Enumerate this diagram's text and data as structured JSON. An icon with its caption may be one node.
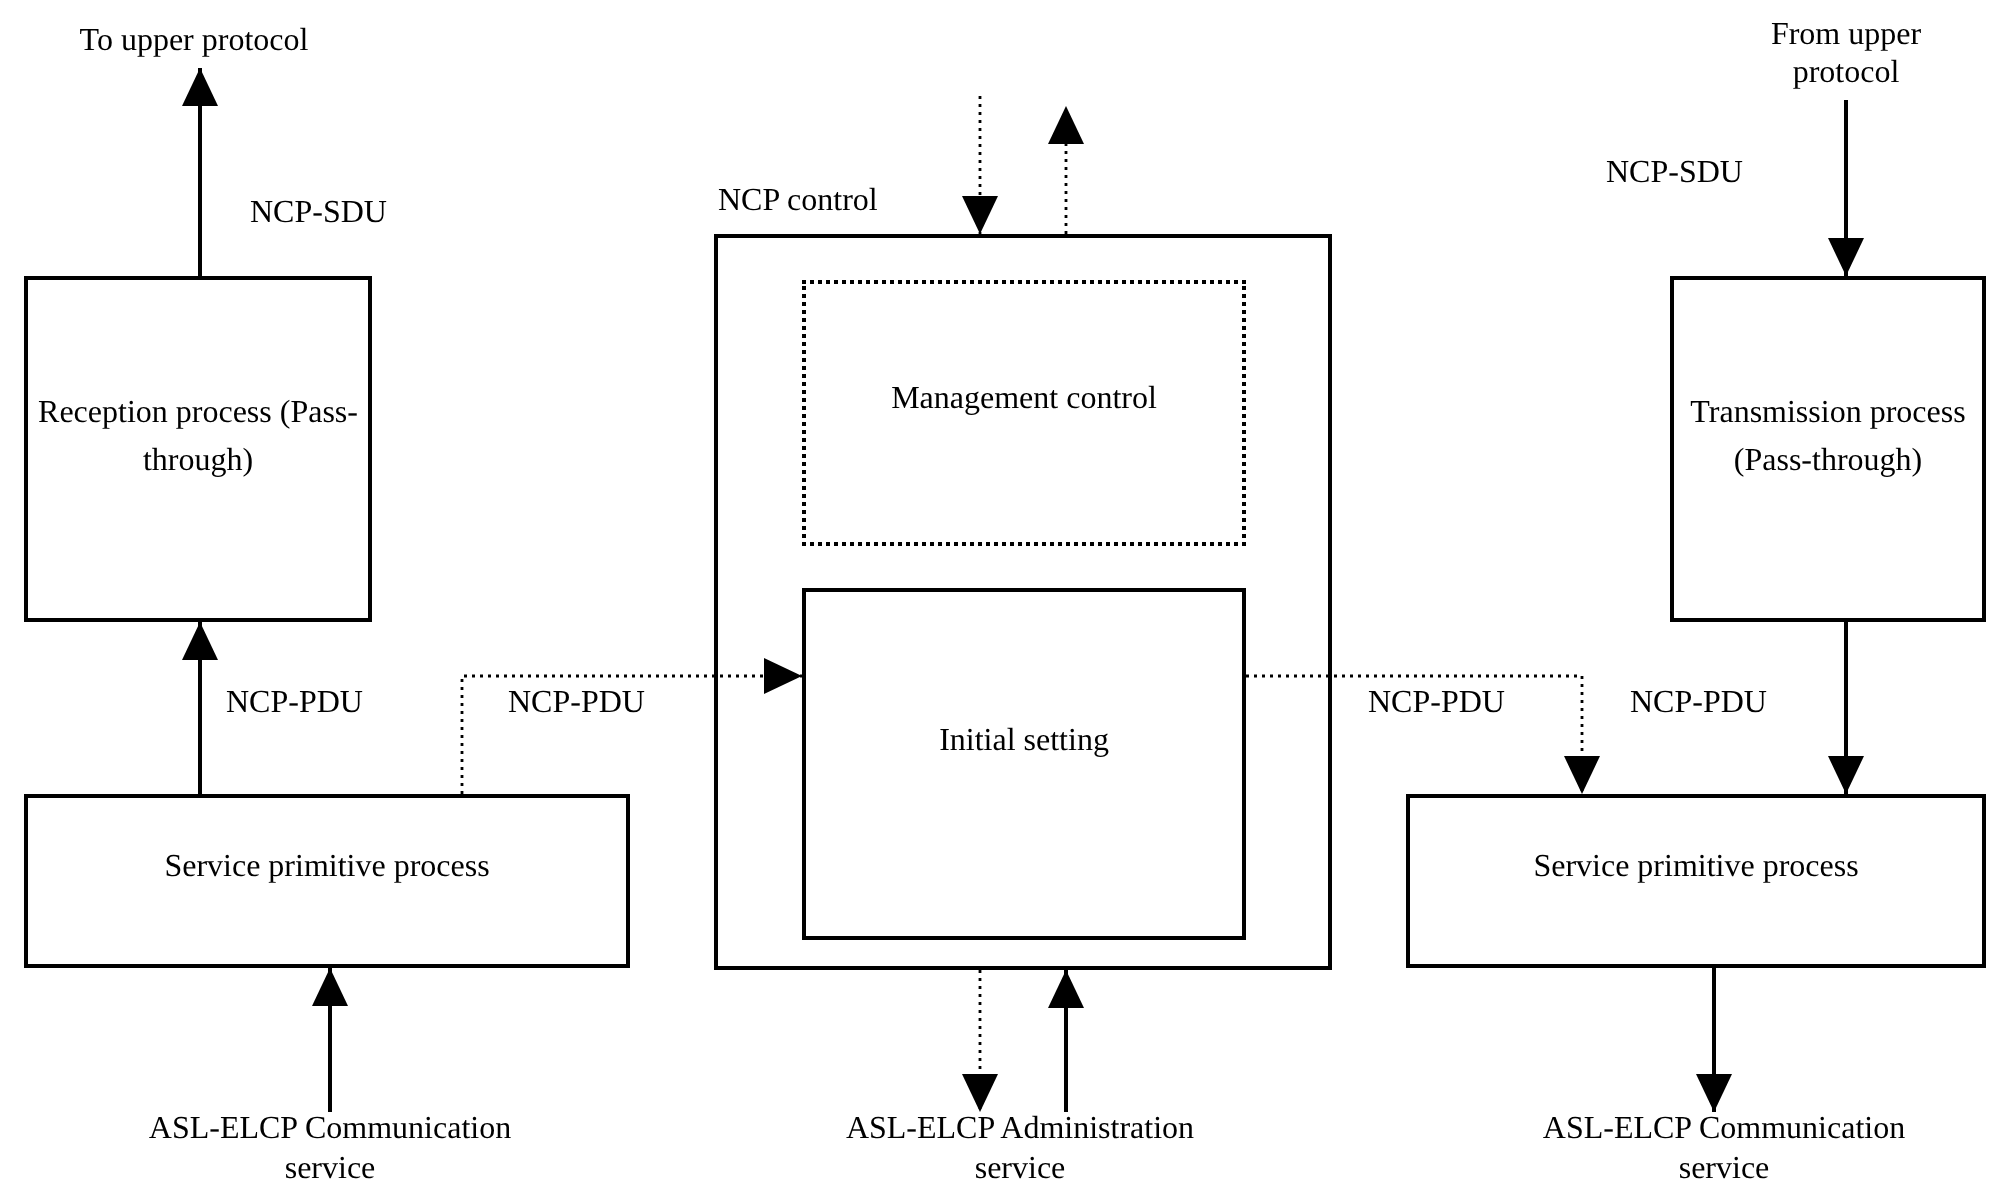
{
  "diagram": {
    "nodes": [
      {
        "text": [
          "To upper protocol"
        ]
      },
      {
        "text": [
          "Reception process (Pass-through)"
        ]
      },
      {
        "text": [
          "Service primitive process"
        ]
      },
      {
        "text": [
          "ASL-ELCP Communication service"
        ]
      },
      {
        "text": [
          "NCP control"
        ]
      },
      {
        "text": [
          "Management control"
        ],
        "in": 4
      },
      {
        "text": [
          "Initial setting"
        ],
        "in": 4
      },
      {
        "text": [
          "ASL-ELCP Administration service"
        ]
      },
      {
        "text": [
          "From upper protocol"
        ]
      },
      {
        "text": [
          "Transmission process (Pass-through)"
        ]
      },
      {
        "text": [
          "Service primitive process"
        ]
      },
      {
        "text": [
          "ASL-ELCP Communication service"
        ]
      }
    ],
    "edges": [
      {
        "from": 1,
        "to": 0,
        "arrow": "to",
        "label": "NCP-SDU"
      },
      {
        "from": 2,
        "to": 1,
        "arrow": "to",
        "label": "NCP-PDU"
      },
      {
        "from": 3,
        "to": 2,
        "arrow": "to"
      },
      {
        "from": 2,
        "to": 6,
        "arrow": "to",
        "label": "NCP-PDU",
        "style": "dashed"
      },
      {
        "from": 6,
        "to": 10,
        "arrow": "to",
        "label": "NCP-PDU",
        "style": "dashed"
      },
      {
        "from": 9,
        "to": 10,
        "arrow": "to",
        "label": "NCP-PDU"
      },
      {
        "from": 8,
        "to": 9,
        "arrow": "to",
        "label": "NCP-SDU"
      },
      {
        "from": 10,
        "to": 11,
        "arrow": "to"
      },
      {
        "from": null,
        "to": 4,
        "arrow": "to",
        "style": "dashed"
      },
      {
        "from": 4,
        "to": null,
        "arrow": "to",
        "style": "dashed"
      },
      {
        "from": 4,
        "to": 7,
        "arrow": "to",
        "style": "dashed"
      },
      {
        "from": 7,
        "to": 4,
        "arrow": "to"
      }
    ]
  }
}
